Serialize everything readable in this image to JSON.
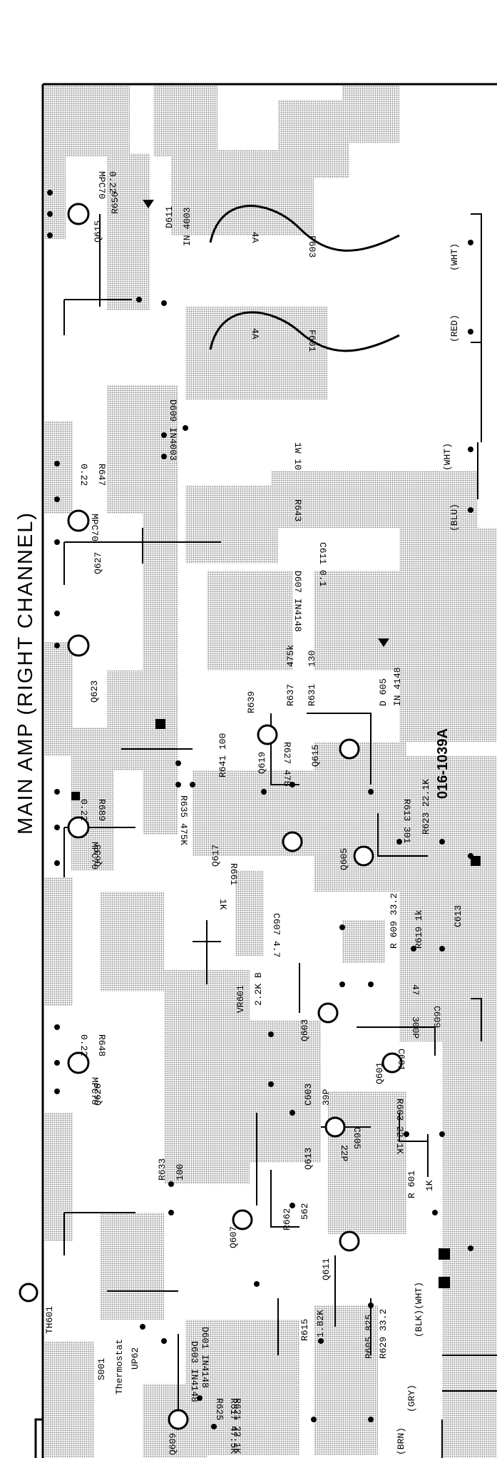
{
  "title": "MAIN AMP   (RIGHT CHANNEL)",
  "board_number": "016-1039A",
  "labels": {
    "q615": "Q615",
    "r656": "R656",
    "r656_part": "MPC70",
    "r656_val": "0.22",
    "d611": "D611",
    "d611_part": "IN 4003",
    "f603": "F603",
    "f603_val": "4A",
    "f601": "F601",
    "f601_val": "4A",
    "wht_top": "(WHT)",
    "red": "(RED)",
    "wht_mid": "(WHT)",
    "blu": "(BLU)",
    "d609": "D609 IN4003",
    "q627": "Q627",
    "r647": "R647",
    "r647_part": "MPC70",
    "r647_val": "0.22",
    "r643": "R643",
    "r643_val": "1W 10",
    "c611": "C611 0.1",
    "d607": "D607 IN4148",
    "q623": "Q623",
    "r639": "R639",
    "r637": "R637",
    "r637_val": "475k",
    "r631": "R631",
    "r631_val": "130",
    "d605": "D 605",
    "d605_part": "IN 4148",
    "q619": "Q619",
    "r641": "R641 100",
    "q615b": "Q615",
    "r627": "R627 47B",
    "q633": "Q633",
    "r689": "R689",
    "r689_part": "MPC70",
    "r689_val": "0.22",
    "r635": "R635 475K",
    "q617": "Q617",
    "r661": "R661",
    "r661_val": "1K",
    "q605": "Q605",
    "r613": "R613 301",
    "r623": "R623 22.1K",
    "c607": "C607 4.7",
    "r609": "R 609 33.2",
    "r619": "R619 1k",
    "c613": "C613",
    "vr601": "VR601",
    "vr601_val": "2.2K B",
    "q603": "Q603",
    "c609": "C609",
    "c609_val": "47",
    "c603": "C603",
    "c603_val": "39P",
    "q601": "Q601",
    "c601": "C601",
    "c601_val": "300P",
    "r603": "R603 22.1K",
    "r648": "R648",
    "r648_part": "MPC70",
    "r648_val": "0.22",
    "q626": "Q626",
    "r633": "R633",
    "r633_val": "100",
    "q613": "Q613",
    "c605": "C605",
    "c605_val": "22P",
    "r662": "R662",
    "r662_val": "562",
    "r601": "R 601",
    "r601_val": "1K",
    "q607": "Q607",
    "q611": "Q611",
    "r615": "R615",
    "r615_val": "1.82K",
    "r605": "R605 825",
    "r629": "R629 33.2",
    "blk_wht": "(BLK)(WHT)",
    "gry": "(GRY)",
    "th601": "TH601",
    "s001": "S001",
    "thermostat": "Thermostat",
    "up62": "UP62",
    "d601": "D601 IN4148",
    "d603": "D603 IN4148",
    "r625": "R625",
    "q609": "Q609",
    "r617": "R617 47.5K",
    "r621": "R621 22.1K",
    "brn": "(BRN)"
  }
}
